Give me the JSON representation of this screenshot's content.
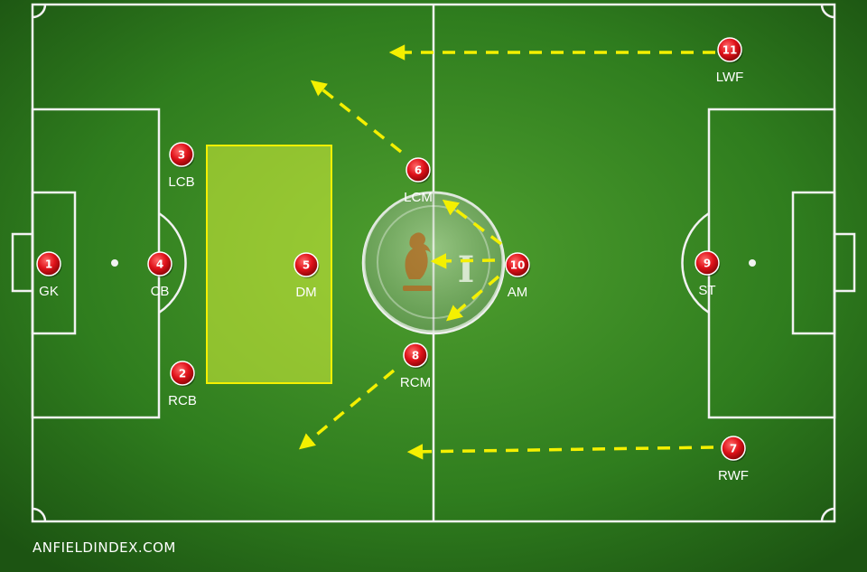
{
  "players": [
    {
      "id": "gk",
      "number": "1",
      "position": "GK"
    },
    {
      "id": "rcb",
      "number": "2",
      "position": "RCB"
    },
    {
      "id": "lcb",
      "number": "3",
      "position": "LCB"
    },
    {
      "id": "cb",
      "number": "4",
      "position": "CB"
    },
    {
      "id": "dm",
      "number": "5",
      "position": "DM"
    },
    {
      "id": "lcm",
      "number": "6",
      "position": "LCM"
    },
    {
      "id": "rwf",
      "number": "7",
      "position": "RWF"
    },
    {
      "id": "rcm",
      "number": "8",
      "position": "RCM"
    },
    {
      "id": "st",
      "number": "9",
      "position": "ST"
    },
    {
      "id": "am",
      "number": "10",
      "position": "AM"
    },
    {
      "id": "lwf",
      "number": "11",
      "position": "LWF"
    }
  ],
  "watermark": "ANFIELDINDEX.COM",
  "colors": {
    "pitch": "#2f7a1f",
    "pitch_light": "#4a9a2c",
    "lines": "#f2f2f2",
    "player": "#e8111a",
    "arrows": "#f4f000",
    "zone": "#d8f23a"
  },
  "logo": "liverpool-liverbird-badge"
}
